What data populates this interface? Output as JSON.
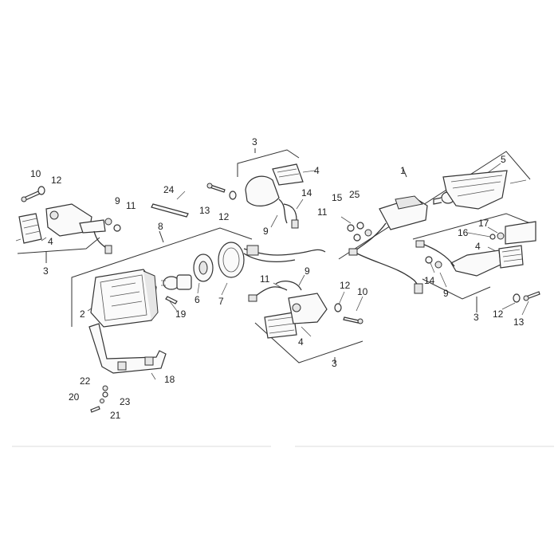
{
  "labels": {
    "l1": "1",
    "l2": "2",
    "l3a": "3",
    "l3b": "3",
    "l3c": "3",
    "l3d": "3",
    "l4a": "4",
    "l4b": "4",
    "l4c": "4",
    "l4d": "4",
    "l5": "5",
    "l6": "6",
    "l7": "7",
    "l8": "8",
    "l9a": "9",
    "l9b": "9",
    "l9c": "9",
    "l9d": "9",
    "l10a": "10",
    "l10b": "10",
    "l11a": "11",
    "l11b": "11",
    "l11c": "11",
    "l12a": "12",
    "l12b": "12",
    "l12c": "12",
    "l12d": "12",
    "l13a": "13",
    "l13b": "13",
    "l14a": "14",
    "l14b": "14",
    "l15": "15",
    "l16": "16",
    "l17": "17",
    "l18": "18",
    "l19": "19",
    "l20": "20",
    "l21": "21",
    "l22": "22",
    "l23": "23",
    "l24": "24",
    "l25": "25"
  }
}
